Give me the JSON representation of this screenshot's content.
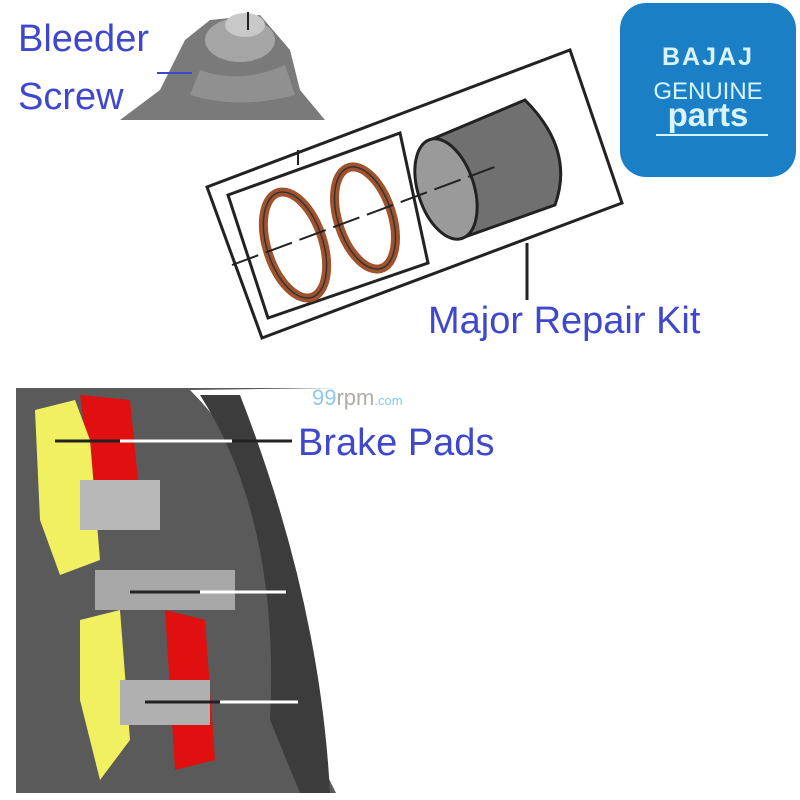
{
  "labels": {
    "bleeder_line1": "Bleeder",
    "bleeder_line2": "Screw",
    "repair_kit": "Major Repair Kit",
    "brake_pads": "Brake Pads"
  },
  "logo": {
    "brand": "BAJAJ",
    "line2": "GENUINE",
    "line3": "parts",
    "color": "#1b7fc6"
  },
  "watermark": {
    "prefix": "99",
    "main": "rpm",
    "suffix": ".com"
  },
  "colors": {
    "label": "#3f48cc",
    "seal": "#a0522d",
    "pad": "#f0f060",
    "piston_red": "#e01010"
  }
}
